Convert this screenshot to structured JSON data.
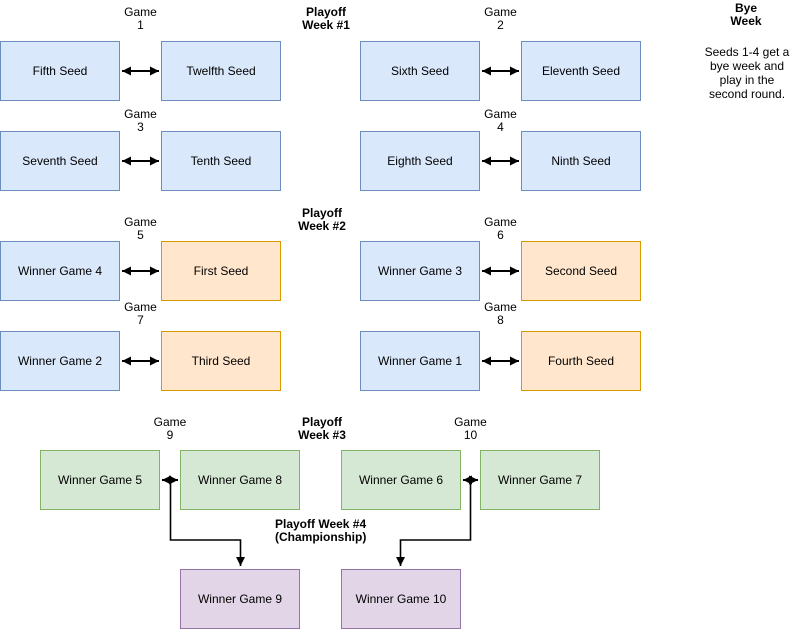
{
  "diagram": {
    "headers": {
      "week1": "Playoff\nWeek #1",
      "week2": "Playoff\nWeek #2",
      "week3": "Playoff\nWeek #3",
      "week4": "Playoff Week #4\n(Championship)",
      "bye": "Bye\nWeek"
    },
    "bye_note": "Seeds 1-4 get a bye week and play in the second round.",
    "games": [
      "Game\n1",
      "Game\n2",
      "Game\n3",
      "Game\n4",
      "Game\n5",
      "Game\n6",
      "Game\n7",
      "Game\n8",
      "Game\n9",
      "Game\n10"
    ],
    "nodes": {
      "fifth_seed": "Fifth Seed",
      "twelfth_seed": "Twelfth Seed",
      "sixth_seed": "Sixth Seed",
      "eleventh_seed": "Eleventh Seed",
      "seventh_seed": "Seventh Seed",
      "tenth_seed": "Tenth Seed",
      "eighth_seed": "Eighth Seed",
      "ninth_seed": "Ninth Seed",
      "winner_game_4": "Winner Game 4",
      "first_seed": "First Seed",
      "winner_game_3": "Winner Game 3",
      "second_seed": "Second Seed",
      "winner_game_2": "Winner Game 2",
      "third_seed": "Third Seed",
      "winner_game_1": "Winner Game 1",
      "fourth_seed": "Fourth Seed",
      "winner_game_5": "Winner Game 5",
      "winner_game_8": "Winner Game 8",
      "winner_game_6": "Winner Game 6",
      "winner_game_7": "Winner Game 7",
      "winner_game_9": "Winner Game 9",
      "winner_game_10": "Winner Game 10"
    },
    "colors": {
      "blue_fill": "#dae8fc",
      "blue_border": "#6c8ebf",
      "orange_fill": "#ffe6cc",
      "orange_border": "#d79b00",
      "green_fill": "#d5e8d4",
      "green_border": "#82b366",
      "purple_fill": "#e1d5e7",
      "purple_border": "#9673a6",
      "arrow": "#000000",
      "text": "#000000"
    }
  }
}
